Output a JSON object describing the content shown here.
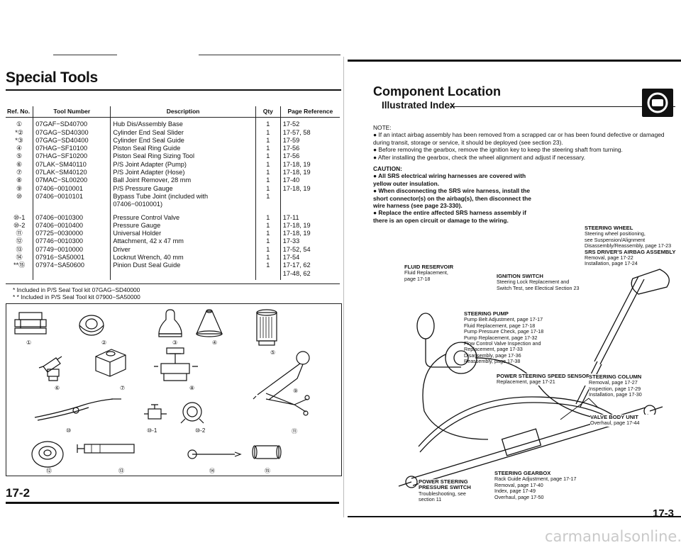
{
  "left_page": {
    "title": "Special Tools",
    "table": {
      "headers": [
        "Ref. No.",
        "Tool Number",
        "Description",
        "Qty",
        "Page Reference"
      ],
      "groups": [
        {
          "refs": [
            "①",
            "*②",
            "*③",
            "④",
            "⑤",
            "⑥",
            "⑦",
            "⑧",
            "⑨",
            "⑩"
          ],
          "numbers": [
            "07GAF−SD40700",
            "07GAG−SD40300",
            "07GAG−SD40400",
            "07HAG−SF10100",
            "07HAG−SF10200",
            "07LAK−SM40110",
            "07LAK−SM40120",
            "07MAC−SL00200",
            "07406−0010001",
            "07406−0010101"
          ],
          "descriptions": [
            "Hub Dis/Assembly Base",
            "Cylinder End Seal Slider",
            "Cylinder End Seal Guide",
            "Piston Seal Ring Guide",
            "Piston Seal Ring Sizing Tool",
            "P/S Joint Adapter (Pump)",
            "P/S Joint Adapter (Hose)",
            "Ball Joint Remover, 28 mm",
            "P/S Pressure Gauge",
            "Bypass Tube Joint (included with 07406−0010001)"
          ],
          "qty": [
            "1",
            "1",
            "1",
            "1",
            "1",
            "1",
            "1",
            "1",
            "1",
            "1"
          ],
          "pages": [
            "17-52",
            "17-57, 58",
            "17-59",
            "17-56",
            "17-56",
            "17-18, 19",
            "17-18, 19",
            "17-40",
            "17-18, 19",
            ""
          ]
        },
        {
          "refs": [
            "⑩-1",
            "⑩-2",
            "⑪",
            "⑫",
            "⑬",
            "⑭",
            "**⑮"
          ],
          "numbers": [
            "07406−0010300",
            "07406−0010400",
            "07725−0030000",
            "07746−0010300",
            "07749−0010000",
            "07916−SA50001",
            "07974−SA50600"
          ],
          "descriptions": [
            "Pressure Control Valve",
            "Pressure Gauge",
            "Universal Holder",
            "Attachment, 42 x 47 mm",
            "Driver",
            "Locknut Wrench, 40 mm",
            "Pinion Dust Seal Guide"
          ],
          "qty": [
            "1",
            "1",
            "1",
            "1",
            "1",
            "1",
            "1"
          ],
          "pages": [
            "17-11",
            "17-18, 19",
            "17-18, 19",
            "17-33",
            "17-52, 54",
            "17-54",
            "17-17, 62"
          ]
        }
      ],
      "extra_page": "17-48, 62",
      "footnotes": [
        "*   Included in P/S Seal Tool kit 07GAG−SD40000",
        "* * Included in P/S Seal Tool kit 07900−SA50000"
      ]
    },
    "tool_labels": [
      "①",
      "②",
      "③",
      "④",
      "⑤",
      "⑥",
      "⑦",
      "⑧",
      "⑨",
      "⑩",
      "⑩-1",
      "⑩-2",
      "⑪",
      "⑫",
      "⑬",
      "⑭",
      "⑮"
    ],
    "page_number": "17-2"
  },
  "right_page": {
    "title": "Component Location",
    "subtitle": "Illustrated Index",
    "note_heading": "NOTE:",
    "notes": [
      "● If an intact airbag assembly has been removed from a scrapped car or has been found defective or damaged during transit, storage or service, it should be deployed (see section 23).",
      "● Before removing the gearbox, remove the ignition key to keep the steering shaft from turning.",
      "● After installing the gearbox, check the wheel alignment and adjust if necessary."
    ],
    "caution_heading": "CAUTION:",
    "cautions": [
      "● All SRS electrical wiring harnesses are covered with yellow outer insulation.",
      "● When disconnecting the SRS wire harness, install the short connector(s) on the airbag(s), then disconnect the wire harness (see page 23-330).",
      "● Replace the entire affected SRS harness assembly if there is an open circuit or damage to the wiring."
    ],
    "callouts": {
      "steering_wheel": {
        "title": "STEERING WHEEL",
        "lines": [
          "Steering wheel positioning,",
          "see Suspension/Alignment",
          "Disassembly/Reassembly, page 17-23"
        ],
        "title2": "SRS DRIVER'S AIRBAG ASSEMBLY",
        "lines2": [
          "Removal, page 17-22",
          "Installation, page 17-24"
        ]
      },
      "fluid_reservoir": {
        "title": "FLUID RESERVOIR",
        "lines": [
          "Fluid Replacement,",
          "page 17-18"
        ]
      },
      "ignition_switch": {
        "title": "IGNITION SWITCH",
        "lines": [
          "Steering Lock Replacement and",
          "Switch Test, see Electical Section 23"
        ]
      },
      "steering_pump": {
        "title": "STEERING PUMP",
        "lines": [
          "Pump Belt Adjustment, page 17-17",
          "Fluid Replacement, page 17-18",
          "Pump Pressure Check, page 17-18",
          "Pump Replacement, page 17-32",
          "Flow Control Valve Inspection and",
          "Replacement, page 17-33",
          "Disassembly, page 17-36",
          "Reassembly, page 17-38"
        ]
      },
      "speed_sensor": {
        "title": "POWER STEERING SPEED SENSOR",
        "lines": [
          "Replacement, page 17-21"
        ]
      },
      "steering_column": {
        "title": "STEERING COLUMN",
        "lines": [
          "Removal, page 17-27",
          "Inspection, page 17-29",
          "Installation, page 17-30"
        ]
      },
      "valve_body": {
        "title": "VALVE BODY UNIT",
        "lines": [
          "Overhaul, page 17-44"
        ]
      },
      "pressure_switch": {
        "title": "POWER STEERING PRESSURE SWITCH",
        "lines": [
          "Troubleshooting, see",
          "section 11"
        ]
      },
      "gearbox": {
        "title": "STEERING GEARBOX",
        "lines": [
          "Rack Guide Adjustment, page 17-17",
          "Removal, page 17-40",
          "Index, page 17-49",
          "Overhaul, page 17-50"
        ]
      }
    },
    "page_number": "17-3"
  },
  "watermark": "carmanualsonline.info"
}
